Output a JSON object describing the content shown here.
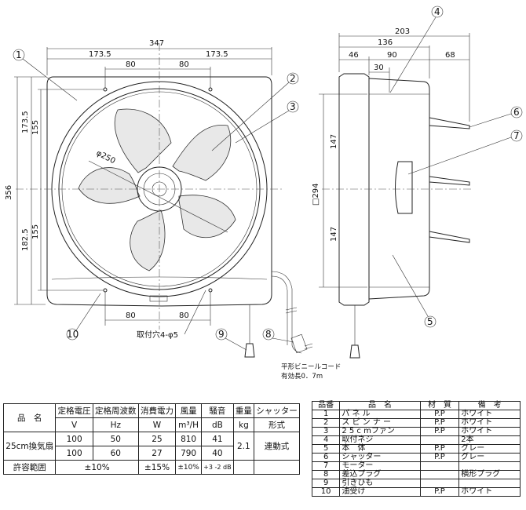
{
  "front_view": {
    "dim_total_width": "347",
    "dim_half_left": "173.5",
    "dim_half_right": "173.5",
    "dim_top_hole_left": "80",
    "dim_top_hole_right": "80",
    "dim_height": "356",
    "dim_upper_half": "173.5",
    "dim_lower_half": "182.5",
    "dim_upper_inner": "155",
    "dim_lower_inner": "155",
    "dim_bottom_left": "80",
    "dim_bottom_right": "80",
    "fan_diameter": "φ250",
    "mount_hole_note": "取付穴4-φ5"
  },
  "side_view": {
    "dim_203": "203",
    "dim_136": "136",
    "dim_46": "46",
    "dim_90": "90",
    "dim_68": "68",
    "dim_30": "30",
    "dim_upper_147": "147",
    "dim_lower_147": "147",
    "dim_square": "□294",
    "cord_note_1": "平形ビニールコード",
    "cord_note_2": "有効長0．7m"
  },
  "callouts": [
    "1",
    "2",
    "3",
    "4",
    "5",
    "6",
    "7",
    "8",
    "9",
    "10"
  ],
  "spec_table": {
    "header": [
      "品　名",
      "定格電圧",
      "定格周波数",
      "消費電力",
      "風量",
      "騒音",
      "重量",
      "シャッター"
    ],
    "units": [
      "V",
      "Hz",
      "W",
      "m³/H",
      "dB",
      "kg",
      "形式"
    ],
    "product_name": "25cm換気扇",
    "row1": [
      "100",
      "50",
      "25",
      "810",
      "41"
    ],
    "row2": [
      "100",
      "60",
      "27",
      "790",
      "40"
    ],
    "weight": "2.1",
    "shutter": "連動式",
    "tolerance_label": "許容範囲",
    "tol_voltage": "±10%",
    "tol_power": "±15%",
    "tol_air": "±10%",
    "tol_noise": "+3 -2 dB"
  },
  "parts_table": {
    "header": [
      "品番",
      "品　名",
      "材　質",
      "備　考"
    ],
    "rows": [
      {
        "no": "1",
        "name": "パ ネ ル",
        "material": "P.P",
        "note": "ホワイト"
      },
      {
        "no": "2",
        "name": "ス ピ ン ナ ー",
        "material": "P.P",
        "note": "ホワイト"
      },
      {
        "no": "3",
        "name": "2 5 c mファン",
        "material": "P.P",
        "note": "ホワイト"
      },
      {
        "no": "4",
        "name": "取付ネジ",
        "material": "",
        "note": "2本"
      },
      {
        "no": "5",
        "name": "本　体",
        "material": "P.P",
        "note": "グレー"
      },
      {
        "no": "6",
        "name": "シャッター",
        "material": "P.P",
        "note": "グレー"
      },
      {
        "no": "7",
        "name": "モーター",
        "material": "",
        "note": ""
      },
      {
        "no": "8",
        "name": "差込プラグ",
        "material": "",
        "note": "横形プラグ"
      },
      {
        "no": "9",
        "name": "引きひも",
        "material": "",
        "note": ""
      },
      {
        "no": "10",
        "name": "油受け",
        "material": "P.P",
        "note": "ホワイト"
      }
    ]
  }
}
